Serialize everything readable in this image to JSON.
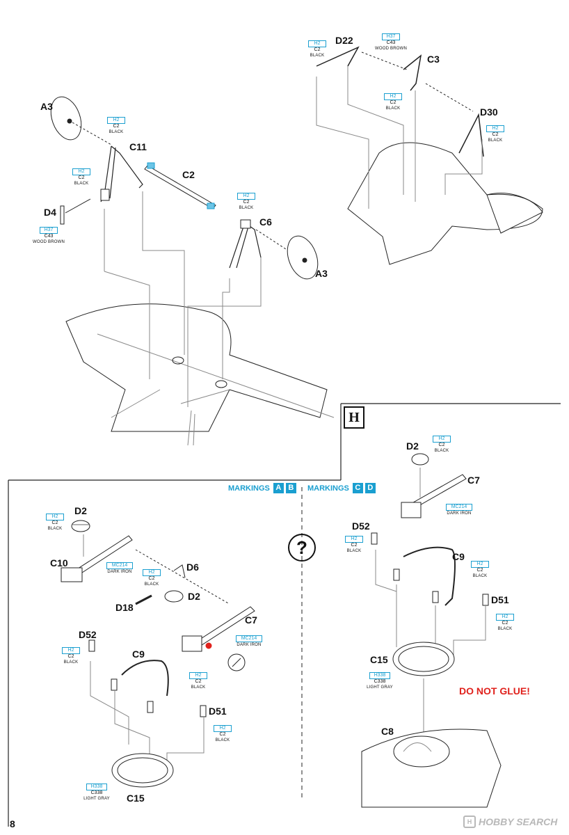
{
  "page": {
    "number": "8"
  },
  "step": {
    "letter": "H"
  },
  "notes": {
    "do_not_glue": "DO NOT GLUE!",
    "question": "?"
  },
  "markings": {
    "left": {
      "word": "MARKINGS",
      "a": "A",
      "b": "B"
    },
    "right": {
      "word": "MARKINGS",
      "a": "C",
      "b": "D"
    }
  },
  "paints": {
    "black": {
      "chip": "H2",
      "code": "C2",
      "name": "BLACK"
    },
    "wood_brown": {
      "chip": "H37",
      "code": "C43",
      "name": "WOOD BROWN"
    },
    "dark_iron": {
      "chip": "MC214",
      "name": "DARK IRON"
    },
    "light_gray": {
      "chip": "H338",
      "code": "C338",
      "name": "LIGHT GRAY"
    }
  },
  "parts": {
    "a3": "A3",
    "c11": "C11",
    "c2": "C2",
    "c6": "C6",
    "d4": "D4",
    "d22": "D22",
    "c3": "C3",
    "d30": "D30",
    "d2": "D2",
    "c10": "C10",
    "d6": "D6",
    "d18": "D18",
    "c7": "C7",
    "d52": "D52",
    "c9": "C9",
    "d51": "D51",
    "c15": "C15",
    "c8": "C8"
  },
  "watermark": {
    "brand": "HOBBY SEARCH",
    "logo": "H"
  }
}
